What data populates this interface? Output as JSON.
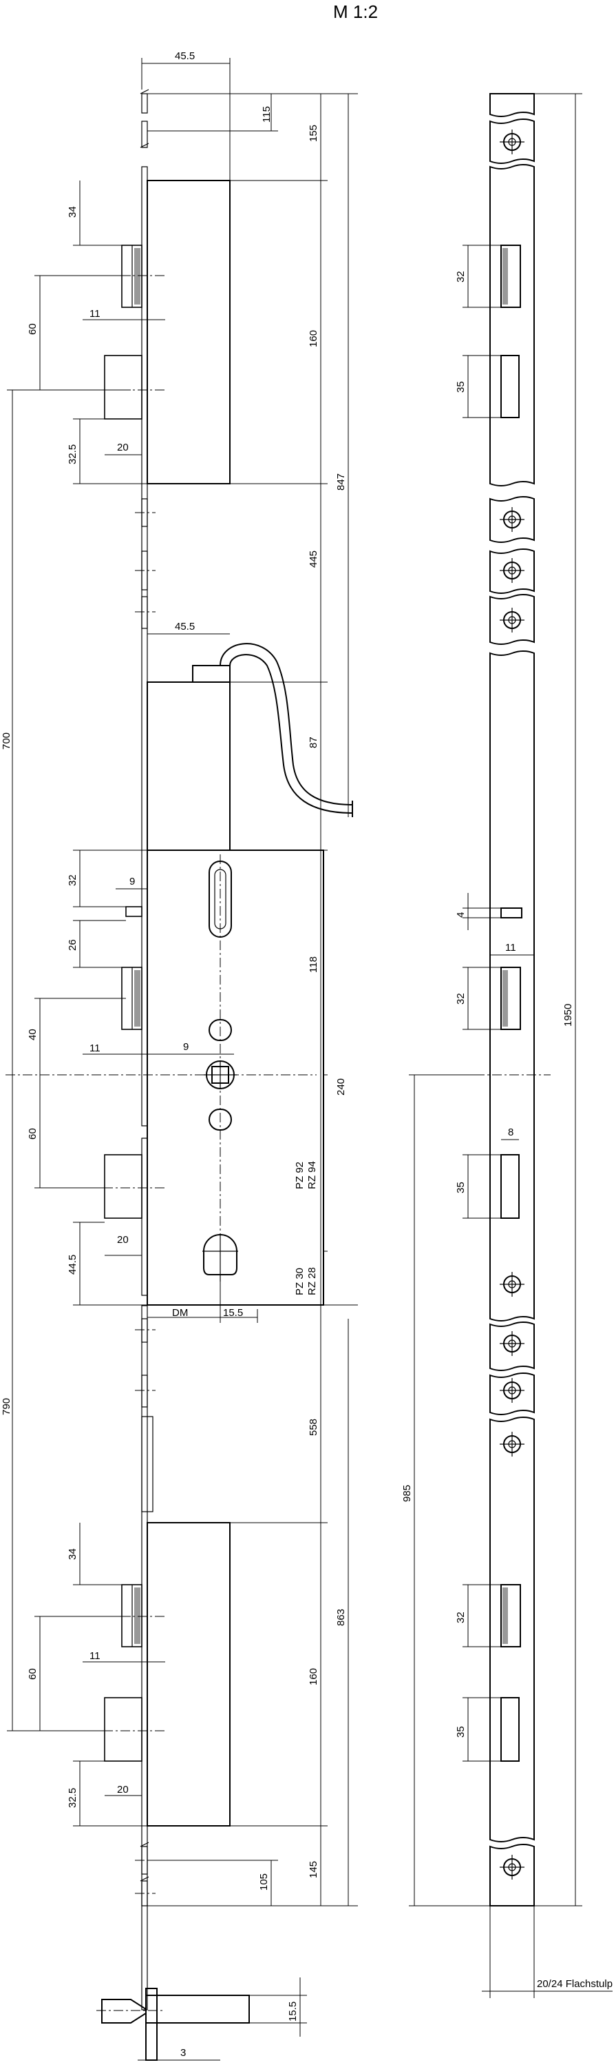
{
  "scale_label": "M 1:2",
  "dims": {
    "d45_5_top": "45.5",
    "d115": "115",
    "d155": "155",
    "d847": "847",
    "d34_top": "34",
    "d60_top": "60",
    "d11_top": "11",
    "d160_top": "160",
    "d32_5_top": "32.5",
    "d20_top": "20",
    "d445": "445",
    "d45_5_mid": "45.5",
    "d87": "87",
    "d700": "700",
    "d32_mid": "32",
    "d9_a": "9",
    "d26": "26",
    "d118": "118",
    "d9_b": "9",
    "d40": "40",
    "d11_mid": "11",
    "d240": "240",
    "d60_mid": "60",
    "pz92": "PZ 92",
    "rz94": "RZ 94",
    "d44_5": "44.5",
    "d20_mid": "20",
    "pz30": "PZ 30",
    "rz28": "RZ 28",
    "dm": "DM",
    "d15_5_mid": "15.5",
    "d558": "558",
    "d790": "790",
    "d863": "863",
    "d34_bot": "34",
    "d160_bot": "160",
    "d60_bot": "60",
    "d11_bot": "11",
    "d32_5_bot": "32.5",
    "d20_bot": "20",
    "d105": "105",
    "d145": "145",
    "d15_5_bot": "15.5",
    "d3": "3",
    "r32_a": "32",
    "r35_a": "35",
    "r1950": "1950",
    "r4": "4",
    "r11": "11",
    "r32_b": "32",
    "r8": "8",
    "r35_b": "35",
    "r985": "985",
    "r32_c": "32",
    "r35_c": "35",
    "faceplate": "20/24 Flachstulp"
  }
}
